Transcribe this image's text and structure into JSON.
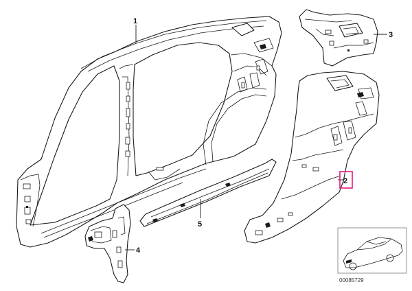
{
  "callouts": [
    {
      "id": "1",
      "label": "1",
      "part": "side-frame"
    },
    {
      "id": "2",
      "label": "2",
      "part": "rear-wheel-arch-panel",
      "highlight": true
    },
    {
      "id": "3",
      "label": "3",
      "part": "upper-quarter-panel"
    },
    {
      "id": "4",
      "label": "4",
      "part": "lower-b-pillar-reinforcement"
    },
    {
      "id": "5",
      "label": "5",
      "part": "sill-strip"
    }
  ],
  "reference_number": "00085729",
  "colors": {
    "line": "#1a1a1a",
    "highlight": "#e6177e",
    "background": "#ffffff",
    "thumbnail_border": "#777777"
  }
}
